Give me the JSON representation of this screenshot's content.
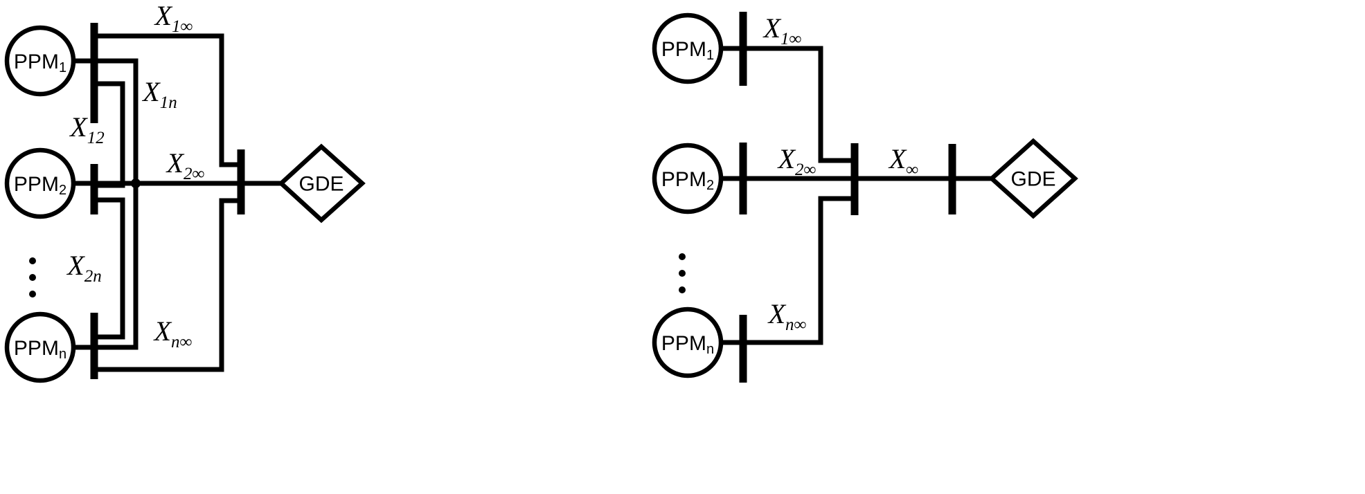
{
  "figure": {
    "title": "Power system single-line diagrams: multi-machine network and its Thevenin equivalent",
    "background_color": "#ffffff",
    "line_color": "#000000"
  },
  "diagrams": [
    {
      "id": "left",
      "name": "detailed-network",
      "machines": [
        {
          "id": "ppm1",
          "label": "PPM",
          "subscript": "1"
        },
        {
          "id": "ppm2",
          "label": "PPM",
          "subscript": "2"
        },
        {
          "id": "ppmn",
          "label": "PPM",
          "subscript": "n"
        }
      ],
      "grid_node": {
        "id": "gde-left",
        "label": "GDE"
      },
      "vertical_ellipsis": "⋮",
      "reactances": [
        {
          "id": "x1inf",
          "base": "X",
          "subscript": "1∞",
          "full": "X₁∞"
        },
        {
          "id": "x1n",
          "base": "X",
          "subscript": "1n",
          "full": "X₁ₙ"
        },
        {
          "id": "x12",
          "base": "X",
          "subscript": "12",
          "full": "X₁₂"
        },
        {
          "id": "x2inf",
          "base": "X",
          "subscript": "2∞",
          "full": "X₂∞"
        },
        {
          "id": "x2n",
          "base": "X",
          "subscript": "2n",
          "full": "X₂ₙ"
        },
        {
          "id": "xninf",
          "base": "X",
          "subscript": "n∞",
          "full": "Xₙ∞"
        }
      ]
    },
    {
      "id": "right",
      "name": "equivalent-network",
      "machines": [
        {
          "id": "ppm1r",
          "label": "PPM",
          "subscript": "1"
        },
        {
          "id": "ppm2r",
          "label": "PPM",
          "subscript": "2"
        },
        {
          "id": "ppmnr",
          "label": "PPM",
          "subscript": "n"
        }
      ],
      "grid_node": {
        "id": "gde-right",
        "label": "GDE"
      },
      "vertical_ellipsis": "⋮",
      "reactances": [
        {
          "id": "rx1inf",
          "base": "X",
          "subscript": "1∞",
          "full": "X₁∞"
        },
        {
          "id": "rx2inf",
          "base": "X",
          "subscript": "2∞",
          "full": "X₂∞"
        },
        {
          "id": "rxinf",
          "base": "X",
          "subscript": "∞",
          "full": "X∞"
        },
        {
          "id": "rxninf",
          "base": "X",
          "subscript": "n∞",
          "full": "Xₙ∞"
        }
      ]
    }
  ]
}
